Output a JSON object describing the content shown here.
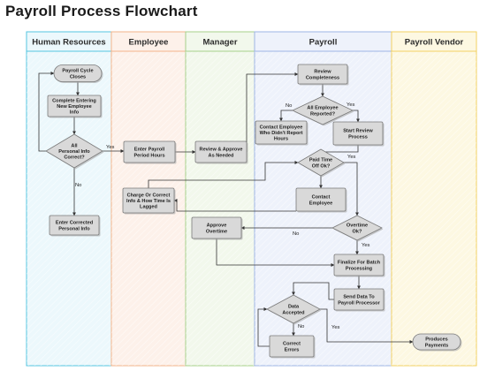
{
  "title": "Payroll Process Flowchart",
  "lanes": [
    {
      "id": "hr",
      "label": "Human Resources",
      "color": "#55c6e0",
      "fill": "#ecf8fc"
    },
    {
      "id": "employee",
      "label": "Employee",
      "color": "#f2b38a",
      "fill": "#fdf1ea"
    },
    {
      "id": "manager",
      "label": "Manager",
      "color": "#a7d08a",
      "fill": "#f2f8ec"
    },
    {
      "id": "payroll",
      "label": "Payroll",
      "color": "#9db4e4",
      "fill": "#eef2fb"
    },
    {
      "id": "vendor",
      "label": "Payroll Vendor",
      "color": "#f2d061",
      "fill": "#fdf8e2"
    }
  ],
  "nodes": [
    {
      "id": "n1",
      "type": "terminal",
      "lines": [
        "Payroll Cycle",
        "Closes"
      ]
    },
    {
      "id": "n2",
      "type": "process",
      "lines": [
        "Complete Entering",
        "New Employee",
        "Info"
      ]
    },
    {
      "id": "n3",
      "type": "decision",
      "lines": [
        "All",
        "Personal Info",
        "Correct?"
      ]
    },
    {
      "id": "n4",
      "type": "process",
      "lines": [
        "Enter Corrected",
        "Personal Info"
      ]
    },
    {
      "id": "n5",
      "type": "process",
      "lines": [
        "Enter Payroll",
        "Period Hours"
      ]
    },
    {
      "id": "n6",
      "type": "process",
      "lines": [
        "Charge Or Correct",
        "Info & How Time Is",
        "Lagged"
      ]
    },
    {
      "id": "n7",
      "type": "process",
      "lines": [
        "Review & Approve",
        "As Needed"
      ]
    },
    {
      "id": "n8",
      "type": "process",
      "lines": [
        "Approve",
        "Overtime"
      ]
    },
    {
      "id": "n9",
      "type": "process",
      "lines": [
        "Review",
        "Completeness"
      ]
    },
    {
      "id": "n10",
      "type": "decision",
      "lines": [
        "All Employee",
        "Reported?"
      ]
    },
    {
      "id": "n11",
      "type": "process",
      "lines": [
        "Contact Employee",
        "Who Didn't Report",
        "Hours"
      ]
    },
    {
      "id": "n12",
      "type": "process",
      "lines": [
        "Start Review",
        "Process"
      ]
    },
    {
      "id": "n13",
      "type": "decision",
      "lines": [
        "Paid Time",
        "Off Ok?"
      ]
    },
    {
      "id": "n14",
      "type": "process",
      "lines": [
        "Contact",
        "Employee"
      ]
    },
    {
      "id": "n15",
      "type": "decision",
      "lines": [
        "Overtime",
        "Ok?"
      ]
    },
    {
      "id": "n16",
      "type": "process",
      "lines": [
        "Finalize For Batch",
        "Processing"
      ]
    },
    {
      "id": "n17",
      "type": "process",
      "lines": [
        "Send Data To",
        "Payroll Processor"
      ]
    },
    {
      "id": "n18",
      "type": "decision",
      "lines": [
        "Data",
        "Accepted"
      ]
    },
    {
      "id": "n19",
      "type": "process",
      "lines": [
        "Correct",
        "Errors"
      ]
    },
    {
      "id": "n20",
      "type": "terminal",
      "lines": [
        "Produces",
        "Payments"
      ]
    }
  ],
  "edge_labels": {
    "e_n3_yes": "Yes",
    "e_n3_no": "No",
    "e_n10_no": "No",
    "e_n10_yes": "Yes",
    "e_n13_yes": "Yes",
    "e_n15_no": "No",
    "e_n15_yes": "Yes",
    "e_n18_no": "No",
    "e_n18_yes": "Yes"
  },
  "colors": {
    "box_fill": "#d9d9d9",
    "box_stroke": "#7a7a7a",
    "connector": "#333333"
  }
}
